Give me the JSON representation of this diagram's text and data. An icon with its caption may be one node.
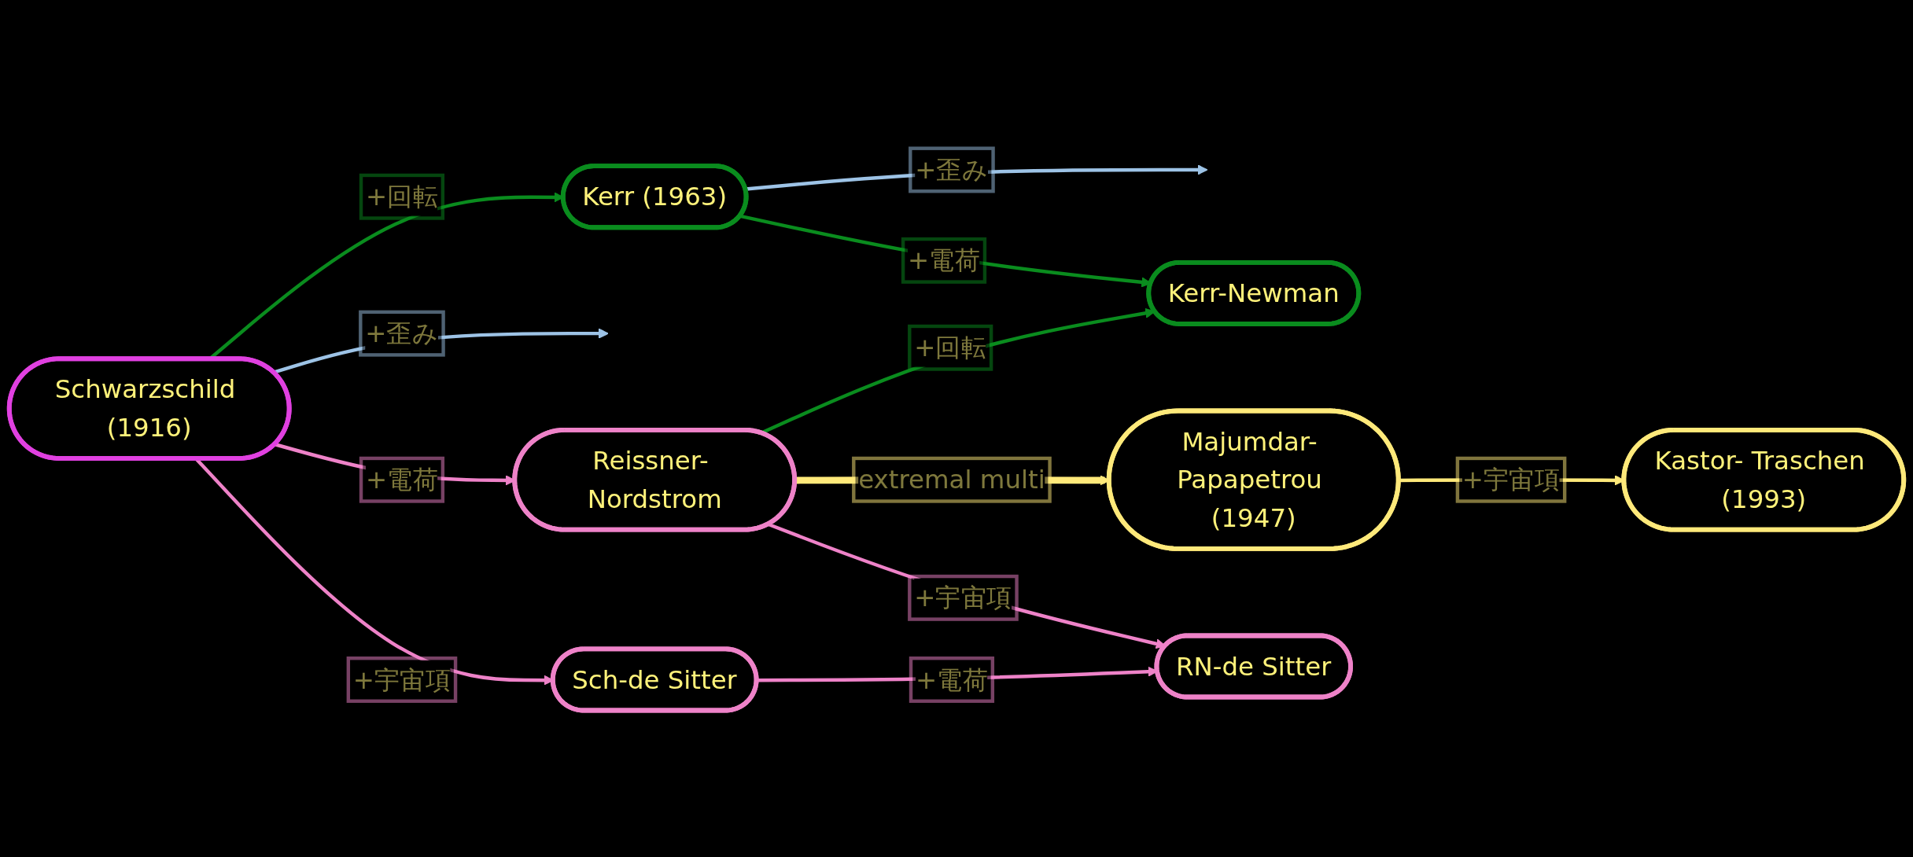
{
  "diagram": {
    "nodes": [
      {
        "text": [
          "Kerr (1963)"
        ]
      },
      {
        "text": [
          "Kerr-Newman"
        ]
      },
      {
        "text": [
          "Schwarzschild (1916)"
        ]
      },
      {
        "text": [
          "Reissner- Nordstrom"
        ]
      },
      {
        "text": [
          "Majumdar- Papapetrou (1947)"
        ]
      },
      {
        "text": [
          "Sch-de Sitter"
        ]
      },
      {
        "text": [
          "RN-de Sitter"
        ]
      },
      {
        "text": [
          "Kastor- Traschen (1993)"
        ]
      }
    ],
    "edges": [
      {
        "from": 0,
        "to": null,
        "arrow": "to",
        "label": "+歪み",
        "color": "#9dc3e6"
      },
      {
        "from": 0,
        "to": 1,
        "arrow": "to",
        "label": "+電荷",
        "color": "#0a8c1e"
      },
      {
        "from": 2,
        "to": 0,
        "arrow": "to",
        "label": "+回転",
        "color": "#0a8c1e"
      },
      {
        "from": 3,
        "to": 1,
        "arrow": "to",
        "label": "+回転",
        "color": "#0a8c1e"
      },
      {
        "from": 2,
        "to": null,
        "arrow": "to",
        "label": "+歪み",
        "color": "#9dc3e6"
      },
      {
        "from": 2,
        "to": 3,
        "arrow": "to",
        "label": "+電荷"
      },
      {
        "from": 3,
        "to": 4,
        "arrow": "to",
        "label": "extremal multi",
        "style": "thick",
        "color": "#ffe97a"
      },
      {
        "from": 2,
        "to": 5,
        "arrow": "to",
        "label": "+宇宙項"
      },
      {
        "from": 3,
        "to": 6,
        "arrow": "to",
        "label": "+宇宙項"
      },
      {
        "from": 4,
        "to": 7,
        "arrow": "to",
        "label": "+宇宙項",
        "color": "#ffe97a"
      },
      {
        "from": 5,
        "to": 6,
        "arrow": "to",
        "label": "+電荷"
      }
    ]
  }
}
